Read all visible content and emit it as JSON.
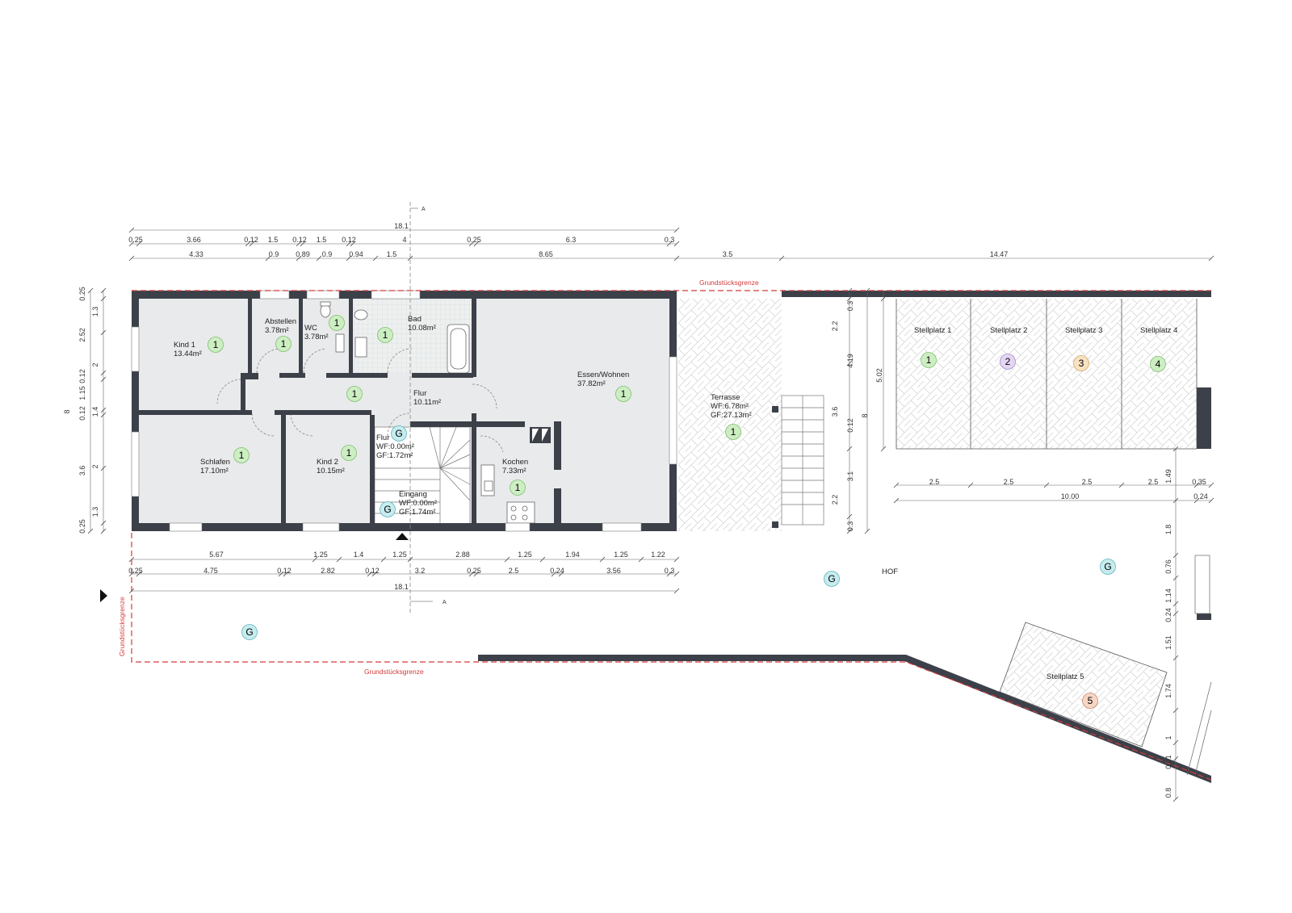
{
  "colors": {
    "wall": "#3c4049",
    "floor": "#e9eaeb",
    "property_line": "#d43b3b",
    "badge_1": "#cdeec3",
    "badge_2": "#e4d6f3",
    "badge_3": "#f7e2c1",
    "badge_4": "#cdeec3",
    "badge_5": "#f6d6c5",
    "badge_G": "#c6ecef"
  },
  "property_line_label": "Grundstücksgrenze",
  "section_marker": "A",
  "hof": "HOF",
  "rooms": {
    "kind1": {
      "name": "Kind 1",
      "area": "13.44m²",
      "badge": "1"
    },
    "abstellen": {
      "name": "Abstellen",
      "area": "3.78m²",
      "badge": "1"
    },
    "wc": {
      "name": "WC",
      "area": "3.78m²",
      "badge": "1"
    },
    "bad": {
      "name": "Bad",
      "area": "10.08m²",
      "badge": "1"
    },
    "essen": {
      "name": "Essen/Wohnen",
      "area": "37.82m²",
      "badge": "1"
    },
    "flur": {
      "name": "Flur",
      "area": "10.11m²",
      "badge": "1"
    },
    "schlafen": {
      "name": "Schlafen",
      "area": "17.10m²",
      "badge": "1"
    },
    "kind2": {
      "name": "Kind 2",
      "area": "10.15m²",
      "badge": "1"
    },
    "flur2": {
      "name": "Flur",
      "wf": "WF:0.00m²",
      "gf": "GF:1.72m²",
      "badge": "G"
    },
    "eingang": {
      "name": "Eingang",
      "wf": "WF:0.00m²",
      "gf": "GF:1.74m²",
      "badge": "G"
    },
    "kochen": {
      "name": "Kochen",
      "area": "7.33m²",
      "badge": "1"
    },
    "terrasse": {
      "name": "Terrasse",
      "wf": "WF:6.78m²",
      "gf": "GF:27.13m²",
      "badge": "1"
    }
  },
  "parking": [
    {
      "name": "Stellplatz 1",
      "badge": "1"
    },
    {
      "name": "Stellplatz 2",
      "badge": "2"
    },
    {
      "name": "Stellplatz 3",
      "badge": "3"
    },
    {
      "name": "Stellplatz 4",
      "badge": "4"
    },
    {
      "name": "Stellplatz 5",
      "badge": "5"
    }
  ],
  "outdoor_badges": [
    "G",
    "G",
    "G"
  ],
  "dims": {
    "top_total": "18.1",
    "top_row1": [
      "0.25",
      "3.66",
      "0.12",
      "1.5",
      "0.12",
      "1.5",
      "0.12",
      "4",
      "0.25",
      "6.3",
      "0.3"
    ],
    "top_row2": [
      "4.33",
      "0.9",
      "0.89",
      "0.9",
      "0.94",
      "1.5",
      "8.65",
      "3.5",
      "14.47"
    ],
    "bottom_row1": [
      "5.67",
      "1.25",
      "1.4",
      "1.25",
      "2.88",
      "1.25",
      "1.94",
      "1.25",
      "1.22"
    ],
    "bottom_row2": [
      "0.25",
      "4.75",
      "0.12",
      "2.82",
      "0.12",
      "3.2",
      "0.25",
      "2.5",
      "0.24",
      "3.56",
      "0.3"
    ],
    "bottom_total": "18.1",
    "left_total": "8",
    "left_row_outer": [
      "0.25",
      "0.12",
      "1.15",
      "0.12",
      "0.25"
    ],
    "left_row_inner": [
      "1.3",
      "2.52",
      "2",
      "1.4",
      "2",
      "3.6",
      "1.3"
    ],
    "right_court_a": [
      "0.3",
      "2.2",
      "3.6",
      "2.2",
      "0.3"
    ],
    "right_court_b": [
      "4.19",
      "0.12",
      "3.1",
      "8"
    ],
    "right_park": "5.02",
    "parking_widths": [
      "2.5",
      "2.5",
      "2.5",
      "2.5",
      "0.35"
    ],
    "parking_total": "10.00",
    "parking_right": "0.24",
    "right_edge": [
      "1.49",
      "1.8",
      "0.76",
      "1.14",
      "0.24",
      "1.51",
      "1.74",
      "1",
      "0.01",
      "0.8"
    ]
  }
}
